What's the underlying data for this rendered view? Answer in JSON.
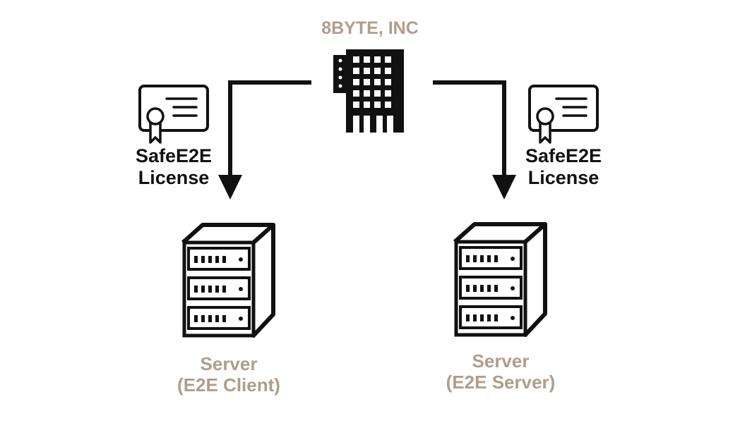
{
  "company": {
    "name": "8BYTE, INC"
  },
  "licenses": {
    "left": {
      "line1": "SafeE2E",
      "line2": "License"
    },
    "right": {
      "line1": "SafeE2E",
      "line2": "License"
    }
  },
  "servers": {
    "left": {
      "line1": "Server",
      "line2": "(E2E Client)"
    },
    "right": {
      "line1": "Server",
      "line2": "(E2E Server)"
    }
  },
  "colors": {
    "accent_text": "#b09e89",
    "ink": "#111111",
    "background": "#ffffff"
  },
  "icons": [
    "building-icon",
    "certificate-icon",
    "server-rack-icon",
    "arrow-down-icon"
  ]
}
